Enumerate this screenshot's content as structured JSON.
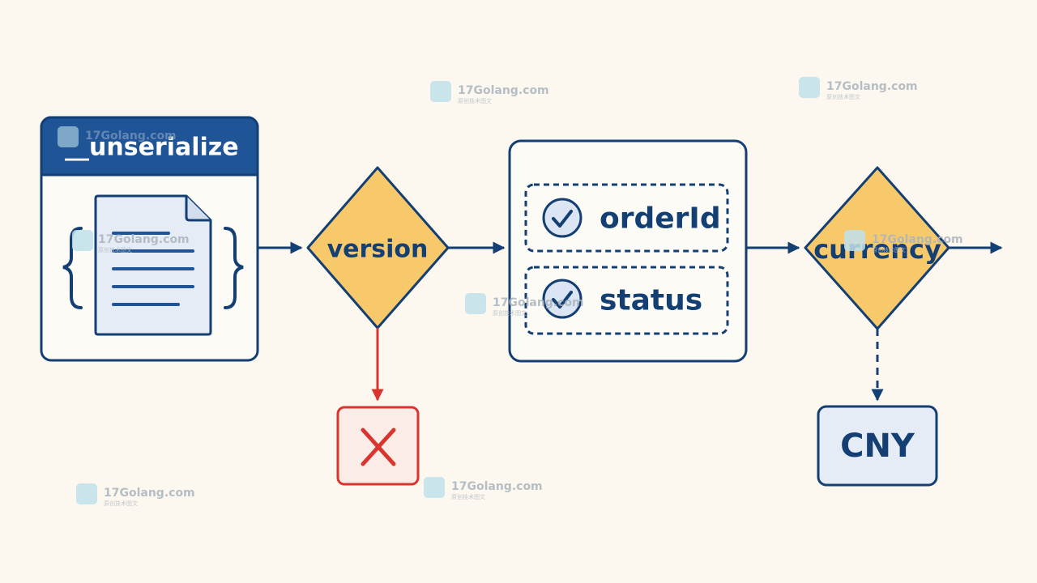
{
  "nodes": {
    "source_title": "__unserialize",
    "version_label": "version",
    "field_1": "orderId",
    "field_2": "status",
    "currency_label": "currency",
    "currency_value": "CNY"
  },
  "icons": {
    "document": "document-icon",
    "braces": "braces-icon",
    "check": "check-circle-icon",
    "reject": "x-mark-icon"
  },
  "colors": {
    "background": "#fcf8ef",
    "navy": "#143f73",
    "header_blue": "#1f5597",
    "diamond_fill": "#f8c96b",
    "document_fill": "#e6ecf6",
    "reject_red": "#d9352f",
    "reject_fill": "#fcece7",
    "value_fill": "#e6ecf6"
  },
  "watermark": {
    "text": "17Golang.com",
    "subtext": "原创技术图文"
  }
}
